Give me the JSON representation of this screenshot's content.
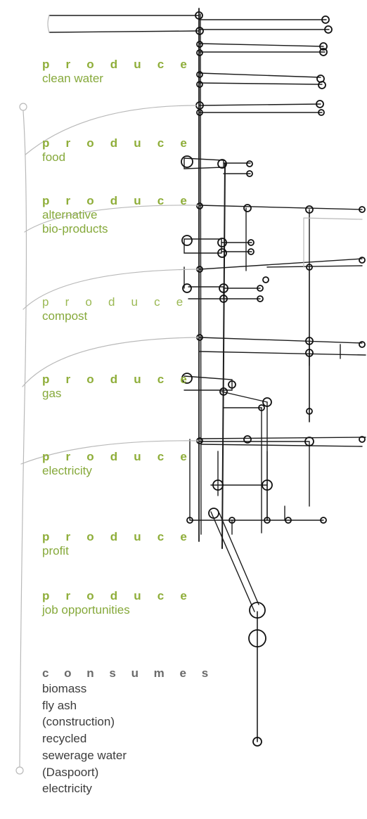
{
  "produce_groups": [
    {
      "heading": "p r o d u c e",
      "items": [
        "clean water"
      ]
    },
    {
      "heading": "p r o d u c e",
      "items": [
        "food"
      ]
    },
    {
      "heading": "p r o d u c e",
      "items": [
        "alternative",
        "bio-products"
      ]
    },
    {
      "heading": "p r o d u c e",
      "items": [
        "compost"
      ]
    },
    {
      "heading": "p r o d u c e",
      "items": [
        "gas"
      ]
    },
    {
      "heading": "p r o d u c e",
      "items": [
        "electricity"
      ]
    },
    {
      "heading": "p r o d u c e",
      "items": [
        "profit"
      ]
    },
    {
      "heading": "p r o d u c e",
      "items": [
        "job opportunities"
      ]
    }
  ],
  "consumes": {
    "heading": "c o n s u m e s",
    "items": [
      "biomass",
      "fly ash",
      "(construction)",
      "recycled",
      "sewerage water",
      "(Daspoort)",
      "electricity"
    ]
  },
  "colors": {
    "accent_green": "#8fae3a",
    "ink": "#1a1a1a",
    "pencil": "#b8b8b8",
    "consumes_heading": "#6b6b6b"
  }
}
